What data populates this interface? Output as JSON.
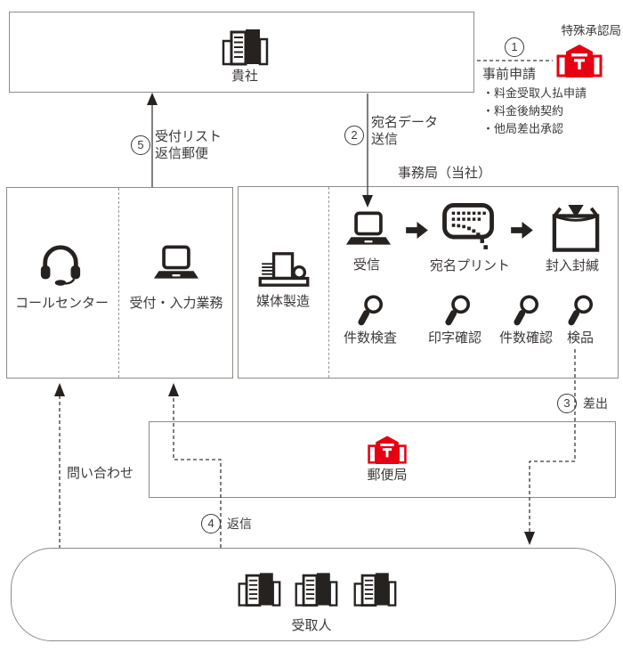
{
  "colors": {
    "post_red": "#e60012",
    "box_border": "#908a87",
    "ink": "#3e3a39",
    "icon_ink": "#262220"
  },
  "company_box": {
    "label": "貴社"
  },
  "approval": {
    "bureau_label": "特殊承認局",
    "step_number": "1",
    "title": "事前申請",
    "bullets": [
      "・料金受取人払申請",
      "・料金後納契約",
      "・他局差出承認"
    ]
  },
  "send_step": {
    "number": "2",
    "line1": "宛名データ",
    "line2": "送信"
  },
  "return_step": {
    "number": "5",
    "line1": "受付リスト",
    "line2": "返信郵便"
  },
  "submit_step": {
    "number": "3",
    "label": "差出"
  },
  "reply_step": {
    "number": "4",
    "label": "返信"
  },
  "inquiry": {
    "label": "問い合わせ"
  },
  "call_center_box": {
    "call_center_label": "コールセンター",
    "reception_label": "受付・入力業務"
  },
  "office_box": {
    "title": "事務局（当社）",
    "media_label": "媒体製造",
    "receive_label": "受信",
    "print_label": "宛名プリント",
    "seal_label": "封入封緘",
    "checks": [
      "件数検査",
      "印字確認",
      "件数確認",
      "検品"
    ]
  },
  "post_office_box": {
    "label": "郵便局"
  },
  "recipients_box": {
    "label": "受取人"
  }
}
